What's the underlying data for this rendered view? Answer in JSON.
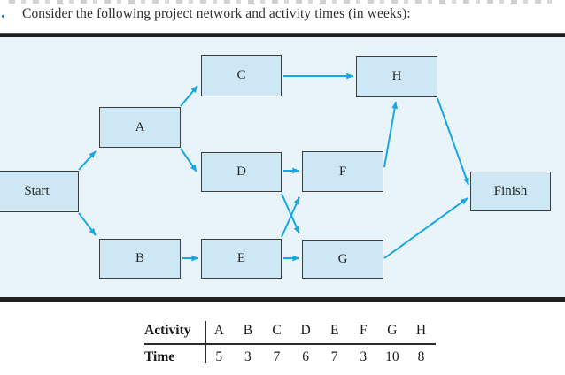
{
  "page": {
    "item_marker": ".",
    "title": "Consider the following project network and activity times (in weeks):"
  },
  "colors": {
    "arrow": "#18a7e2",
    "node_fill": "#cde8f4",
    "node_border": "#3e3e3e",
    "panel_background": "#e9f3fa",
    "rule": "#1f1f1f",
    "item_marker_blue": "#2e6fbe"
  },
  "network": {
    "nodes": [
      {
        "id": "start",
        "label": "Start"
      },
      {
        "id": "a",
        "label": "A"
      },
      {
        "id": "b",
        "label": "B"
      },
      {
        "id": "c",
        "label": "C"
      },
      {
        "id": "d",
        "label": "D"
      },
      {
        "id": "e",
        "label": "E"
      },
      {
        "id": "f",
        "label": "F"
      },
      {
        "id": "g",
        "label": "G"
      },
      {
        "id": "h",
        "label": "H"
      },
      {
        "id": "finish",
        "label": "Finish"
      }
    ],
    "edges": [
      {
        "from": "Start",
        "to": "A"
      },
      {
        "from": "Start",
        "to": "B"
      },
      {
        "from": "A",
        "to": "C"
      },
      {
        "from": "A",
        "to": "D"
      },
      {
        "from": "B",
        "to": "E"
      },
      {
        "from": "C",
        "to": "H"
      },
      {
        "from": "D",
        "to": "F"
      },
      {
        "from": "E",
        "to": "F"
      },
      {
        "from": "D",
        "to": "G"
      },
      {
        "from": "E",
        "to": "G"
      },
      {
        "from": "F",
        "to": "H"
      },
      {
        "from": "H",
        "to": "Finish"
      },
      {
        "from": "G",
        "to": "Finish"
      }
    ]
  },
  "table": {
    "header_label": "Activity",
    "row_label": "Time",
    "activities": [
      "A",
      "B",
      "C",
      "D",
      "E",
      "F",
      "G",
      "H"
    ],
    "times": [
      "5",
      "3",
      "7",
      "6",
      "7",
      "3",
      "10",
      "8"
    ]
  }
}
